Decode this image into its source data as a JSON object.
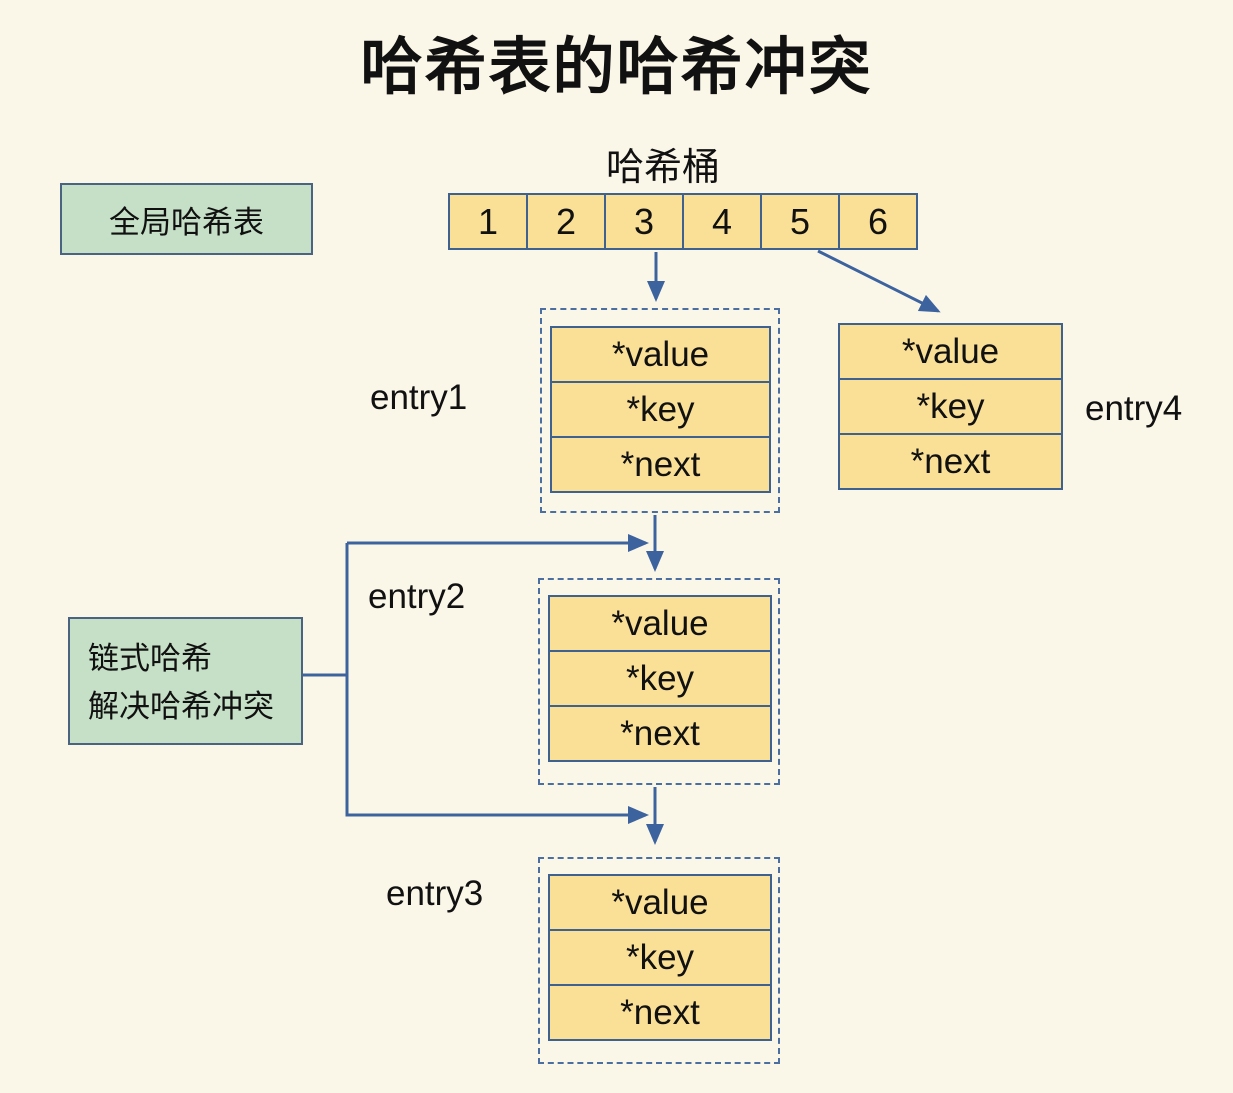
{
  "title": "哈希表的哈希冲突",
  "colors": {
    "background": "#FAF7E9",
    "cell_fill": "#FAE096",
    "green_fill": "#C6E0C7",
    "border_blue": "#3F618F",
    "arrow_blue": "#3D639F"
  },
  "global_table": {
    "label": "全局哈希表"
  },
  "bucket": {
    "label": "哈希桶",
    "cells": [
      "1",
      "2",
      "3",
      "4",
      "5",
      "6"
    ]
  },
  "chained_note": {
    "line1": "链式哈希",
    "line2": "解决哈希冲突"
  },
  "entries": [
    {
      "name": "entry1",
      "fields": [
        "*value",
        "*key",
        "*next"
      ]
    },
    {
      "name": "entry2",
      "fields": [
        "*value",
        "*key",
        "*next"
      ]
    },
    {
      "name": "entry3",
      "fields": [
        "*value",
        "*key",
        "*next"
      ]
    },
    {
      "name": "entry4",
      "fields": [
        "*value",
        "*key",
        "*next"
      ]
    }
  ]
}
